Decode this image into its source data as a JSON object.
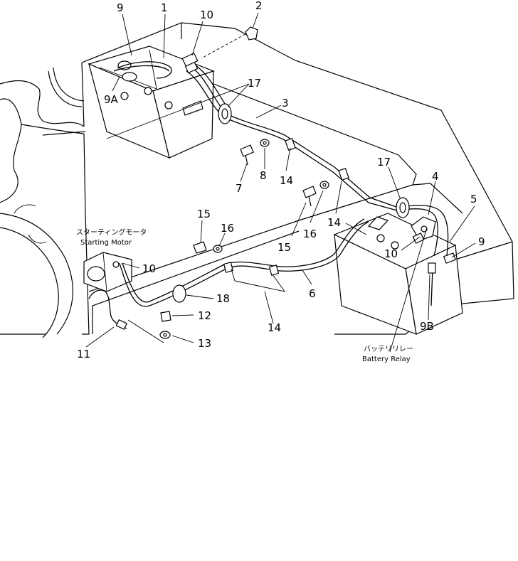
{
  "colors": {
    "ink": "#000000",
    "paper": "#ffffff"
  },
  "labels": {
    "starting_motor_jp": "スターティングモータ",
    "starting_motor_en": "Starting Motor",
    "battery_relay_jp": "バッテリリレー",
    "battery_relay_en": "Battery Relay"
  },
  "callouts": {
    "c9_top": "9",
    "c1": "1",
    "c10_top": "10",
    "c2": "2",
    "c9a": "9A",
    "c17_top": "17",
    "c3": "3",
    "c7": "7",
    "c8": "8",
    "c14_a": "14",
    "c17_right": "17",
    "c4": "4",
    "c5": "5",
    "c15_a": "15",
    "c16_a": "16",
    "c14_b": "14",
    "c15_b": "15",
    "c16_b": "16",
    "c10_left": "10",
    "c10_right": "10",
    "c9_right": "9",
    "c9b": "9B",
    "c6": "6",
    "c18": "18",
    "c12": "12",
    "c13": "13",
    "c14_c": "14",
    "c11": "11"
  }
}
